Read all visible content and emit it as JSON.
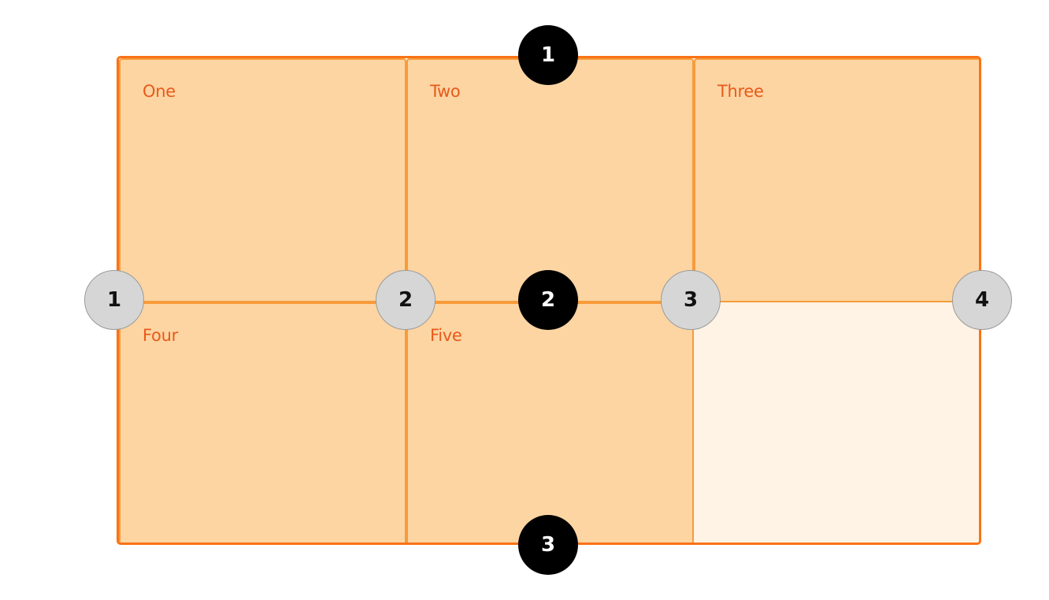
{
  "cells": [
    {
      "label": "One"
    },
    {
      "label": "Two"
    },
    {
      "label": "Three"
    },
    {
      "label": "Four"
    },
    {
      "label": "Five"
    }
  ],
  "column_lines": [
    "1",
    "2",
    "3",
    "4"
  ],
  "row_lines": [
    "1",
    "2",
    "3"
  ],
  "colors": {
    "item_fill": "#fcd5a3",
    "item_border": "#f79b3a",
    "container_border": "#f97316",
    "empty_area": "#fef3e4",
    "label_text": "#e85a1a",
    "column_marker": "#d6d6d6",
    "row_marker": "#000000"
  }
}
